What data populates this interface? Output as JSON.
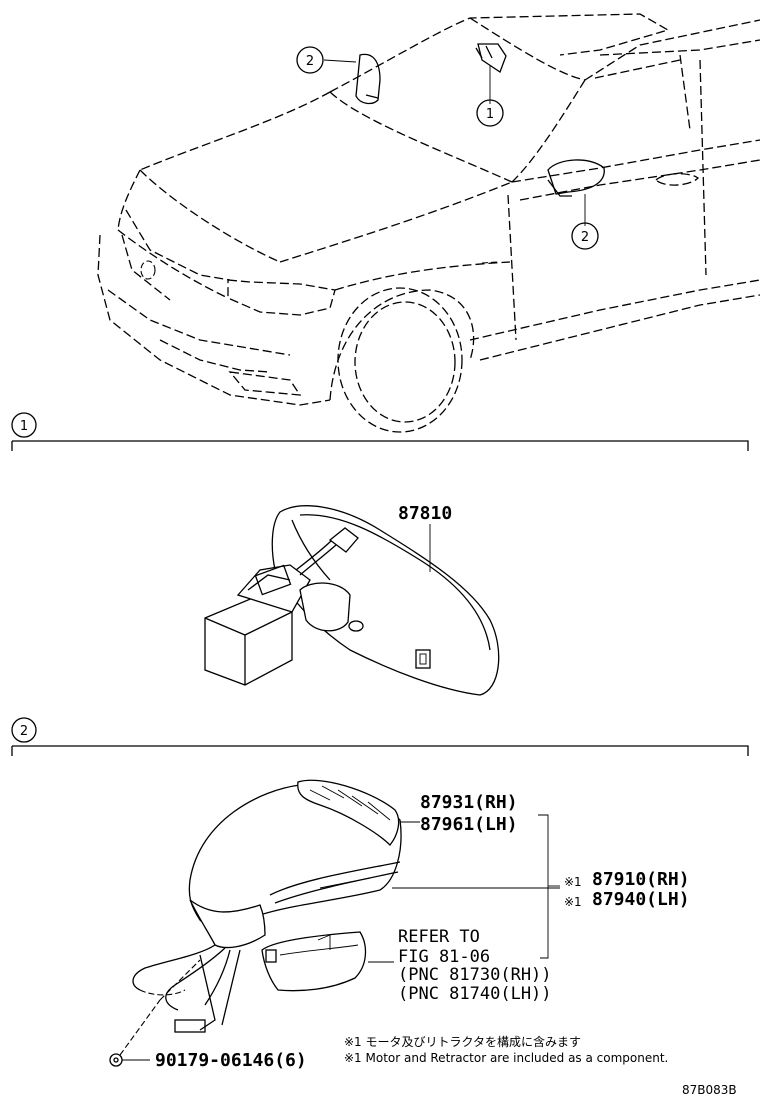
{
  "callouts": {
    "c1": "1",
    "c2": "2"
  },
  "sections": [
    {
      "marker": "1"
    },
    {
      "marker": "2"
    }
  ],
  "parts": {
    "inner_mirror": "87810",
    "outer_rh": "87931(RH)",
    "outer_lh": "87961(LH)",
    "assy_mark": "※1",
    "assy_rh": "87910(RH)",
    "assy_lh": "87940(LH)",
    "refer_1": "REFER TO",
    "refer_2": "FIG 81-06",
    "refer_3": "(PNC 81730(RH))",
    "refer_4": "(PNC 81740(LH))",
    "screw": "90179-06146(6)"
  },
  "notes": {
    "jp": "※1 モータ及びリトラクタを構成に含みます",
    "en": "※1 Motor and Retractor are included as a component."
  },
  "figure_code": "87B083B"
}
